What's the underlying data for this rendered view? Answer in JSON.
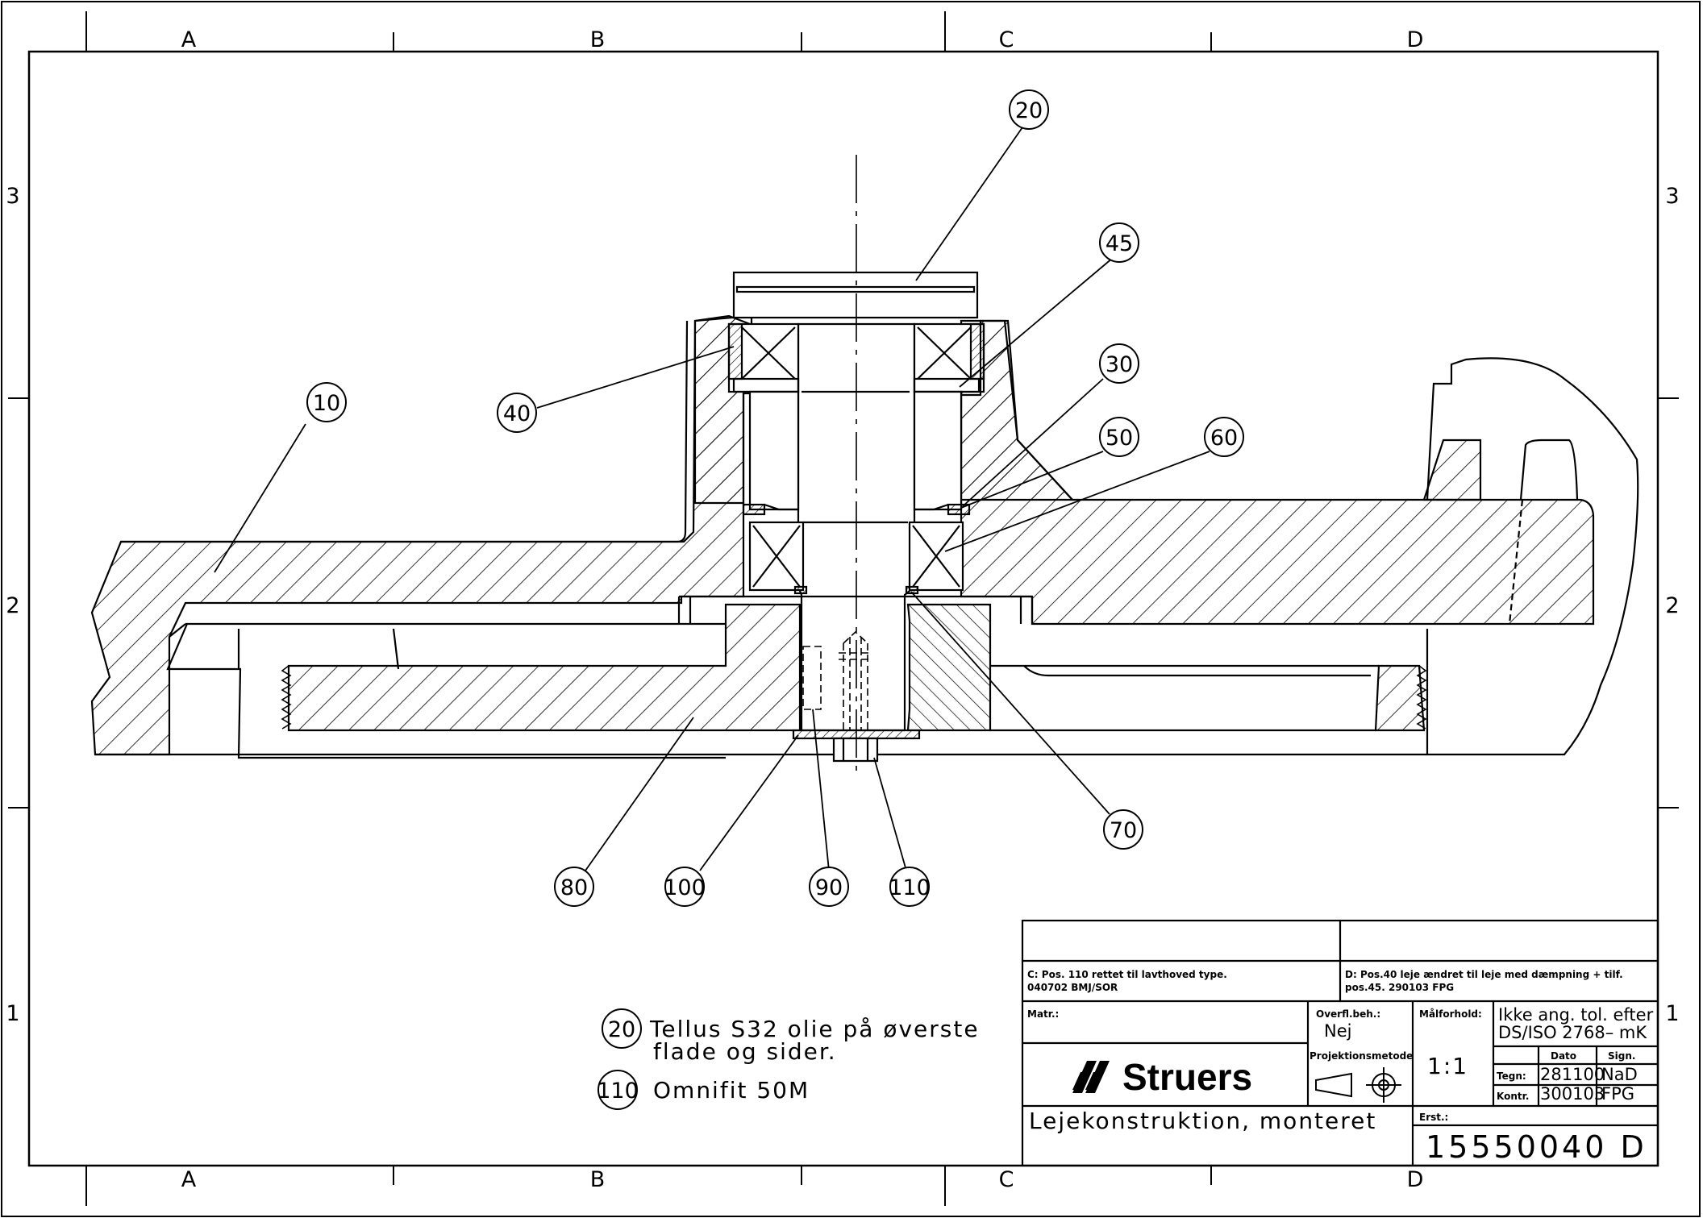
{
  "grid": {
    "columns": [
      "A",
      "B",
      "C",
      "D"
    ],
    "rows": [
      "3",
      "2",
      "1"
    ]
  },
  "balloons": [
    {
      "id": "b20",
      "label": "20"
    },
    {
      "id": "b45",
      "label": "45"
    },
    {
      "id": "b30",
      "label": "30"
    },
    {
      "id": "b10",
      "label": "10"
    },
    {
      "id": "b40",
      "label": "40"
    },
    {
      "id": "b50",
      "label": "50"
    },
    {
      "id": "b60",
      "label": "60"
    },
    {
      "id": "b70",
      "label": "70"
    },
    {
      "id": "b80",
      "label": "80"
    },
    {
      "id": "b100",
      "label": "100"
    },
    {
      "id": "b90",
      "label": "90"
    },
    {
      "id": "b110",
      "label": "110"
    }
  ],
  "notes": [
    {
      "ref": "20",
      "line1": "Tellus S32 olie på øverste",
      "line2": "flade og sider."
    },
    {
      "ref": "110",
      "line1": "Omnifit 50M",
      "line2": ""
    }
  ],
  "title_block": {
    "revision_c_line1": "C: Pos. 110 rettet til lavthoved type.",
    "revision_c_line2": "040702 BMJ/SOR",
    "revision_d_line1": "D: Pos.40 leje ændret til leje med dæmpning + tilf.",
    "revision_d_line2": "pos.45.    290103 FPG",
    "matr_label": "Matr.:",
    "overfl_label": "Overfl.beh.:",
    "overfl_value": "Nej",
    "projektion_label": "Projektionsmetode",
    "malforhold_label": "Målforhold:",
    "malforhold_value": "1:1",
    "tolerance_line1": "Ikke ang. tol. efter",
    "tolerance_line2": "DS/ISO 2768– mK",
    "dato_header": "Dato",
    "sign_header": "Sign.",
    "tegn_label": "Tegn:",
    "tegn_dato": "281100",
    "tegn_sign": "NaD",
    "kontr_label": "Kontr.",
    "kontr_dato": "300103",
    "kontr_sign": "FPG",
    "company": "Struers",
    "title": "Lejekonstruktion, monteret",
    "erst_label": "Erst.:",
    "drawing_number": "15550040  D"
  }
}
